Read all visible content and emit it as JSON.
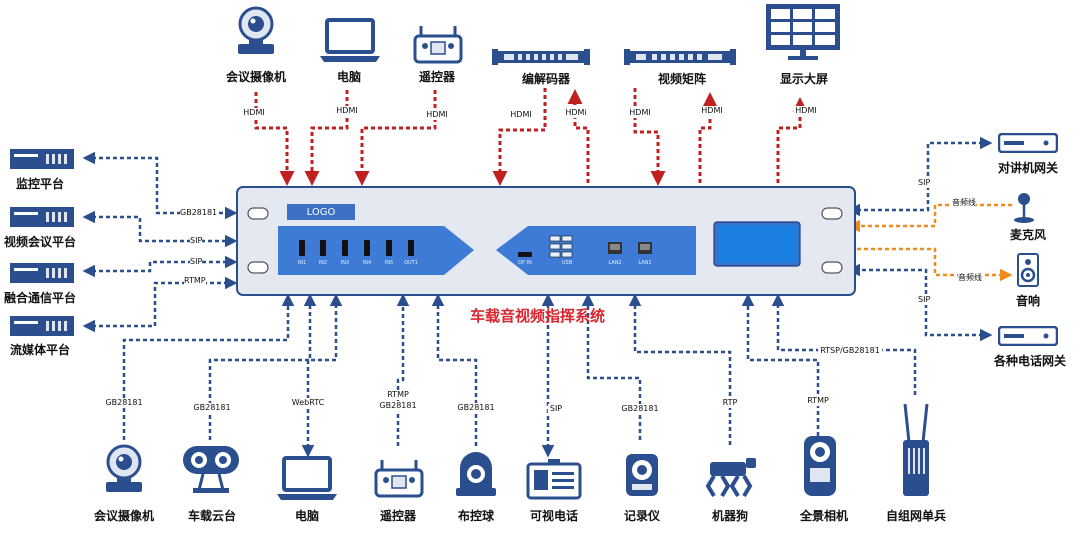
{
  "system_title": "车载音视频指挥系统",
  "logo_text": "LOGO",
  "colors": {
    "link_blue": "#2b4f8e",
    "hdmi_red": "#c0201f",
    "audio_orange": "#f08a1f",
    "panel_blue": "#3d7bd6"
  },
  "top_devices": [
    {
      "name": "会议摄像机",
      "icon": "ptz-camera-icon",
      "protocol": "HDMI"
    },
    {
      "name": "电脑",
      "icon": "laptop-icon",
      "protocol": "HDMI"
    },
    {
      "name": "遥控器",
      "icon": "remote-controller-icon",
      "protocol": "HDMI"
    },
    {
      "name": "编解码器",
      "icon": "codec-rack-icon",
      "protocol_in": "HDMI",
      "protocol_out": "HDMi"
    },
    {
      "name": "视频矩阵",
      "icon": "video-matrix-icon",
      "protocol_in": "HDMI",
      "protocol_out": "HDMI"
    },
    {
      "name": "显示大屏",
      "icon": "display-wall-icon",
      "protocol": "HDMI"
    }
  ],
  "left_platforms": [
    {
      "name": "监控平台",
      "icon": "server-icon"
    },
    {
      "name": "视频会议平台",
      "icon": "server-icon"
    },
    {
      "name": "融合通信平台",
      "icon": "server-icon"
    },
    {
      "name": "流媒体平台",
      "icon": "server-icon"
    }
  ],
  "left_protocols": [
    "GB28181",
    "SIP",
    "SIP",
    "RTMP"
  ],
  "right_devices": [
    {
      "name": "对讲机网关",
      "icon": "gateway-icon",
      "protocol": "SIP"
    },
    {
      "name": "麦克风",
      "icon": "microphone-icon",
      "protocol": "音频线"
    },
    {
      "name": "音响",
      "icon": "speaker-icon",
      "protocol": "音频线"
    },
    {
      "name": "各种电话网关",
      "icon": "gateway-icon",
      "protocol": "SIP"
    }
  ],
  "bottom_devices": [
    {
      "name": "会议摄像机",
      "icon": "ptz-camera-icon",
      "protocol": "GB28181"
    },
    {
      "name": "车载云台",
      "icon": "vehicle-gimbal-icon",
      "protocol": "GB28181"
    },
    {
      "name": "电脑",
      "icon": "laptop-icon",
      "protocol": "WebRTC"
    },
    {
      "name": "遥控器",
      "icon": "remote-controller-icon",
      "protocol": "RTMP",
      "protocol2": "GB28181"
    },
    {
      "name": "布控球",
      "icon": "dome-camera-icon",
      "protocol": "GB28181"
    },
    {
      "name": "可视电话",
      "icon": "video-phone-icon",
      "protocol": "SIP"
    },
    {
      "name": "记录仪",
      "icon": "body-recorder-icon",
      "protocol": "GB28181"
    },
    {
      "name": "机器狗",
      "icon": "robot-dog-icon",
      "protocol": "RTP"
    },
    {
      "name": "全景相机",
      "icon": "panoramic-camera-icon",
      "protocol": "RTMP"
    },
    {
      "name": "自组网单兵",
      "icon": "mesh-radio-icon",
      "protocol": "RTSP/GB28181"
    }
  ],
  "front_panel": {
    "hdmi_ports": [
      "IN1",
      "IN2",
      "IN3",
      "IN4",
      "IN5",
      "OUT1"
    ],
    "ports": [
      "DP IN",
      "USB",
      "LAN2",
      "LAN1"
    ]
  }
}
